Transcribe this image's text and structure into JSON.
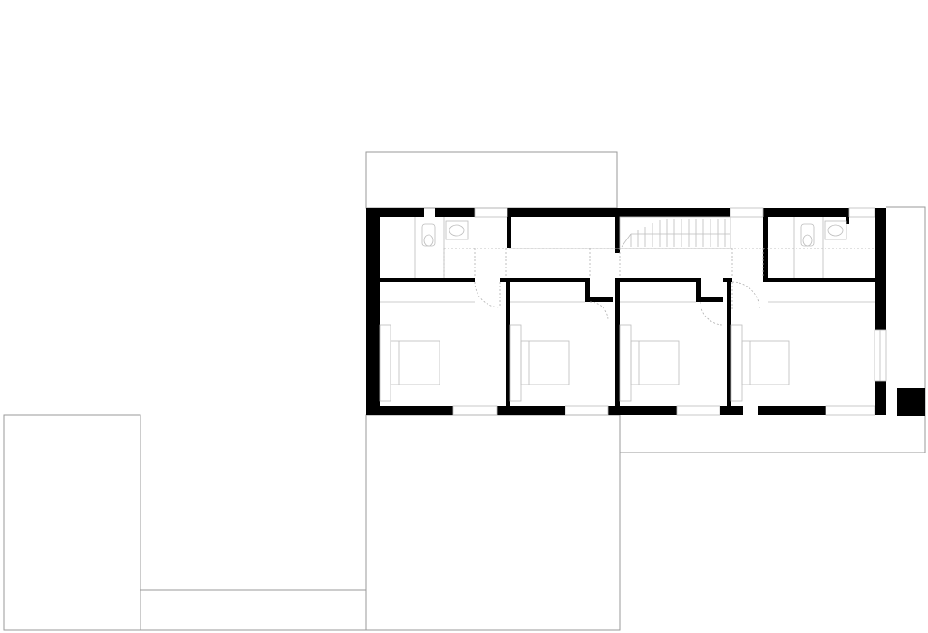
{
  "plan": {
    "rooms": [
      {
        "name": "bathroom-west"
      },
      {
        "name": "corridor"
      },
      {
        "name": "stair"
      },
      {
        "name": "bathroom-east"
      },
      {
        "name": "bedroom-1"
      },
      {
        "name": "bedroom-2"
      },
      {
        "name": "bedroom-3"
      },
      {
        "name": "bedroom-4"
      }
    ],
    "colors": {
      "wall": "#000000",
      "line": "#9a9a9a",
      "background": "#ffffff"
    }
  }
}
